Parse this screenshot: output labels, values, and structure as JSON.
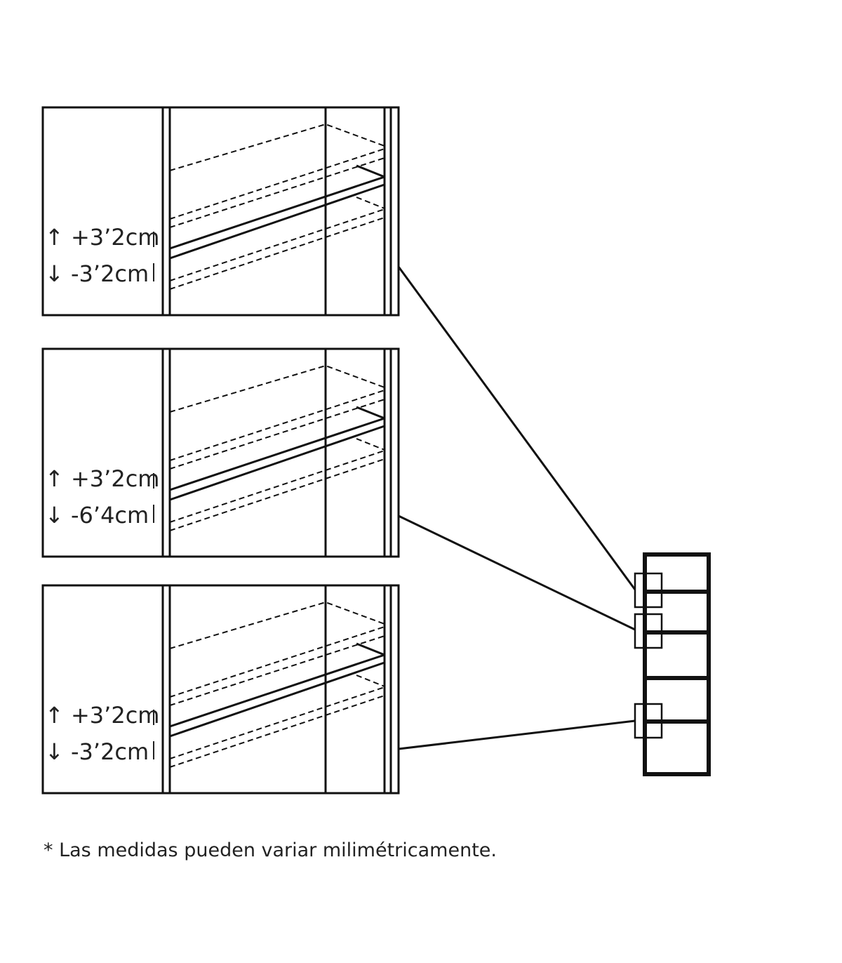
{
  "colors": {
    "ink": "#111111",
    "text": "#222222",
    "background": "#ffffff"
  },
  "panels": [
    {
      "up": "↑ +3’2cm",
      "down": "↓  -3’2cm"
    },
    {
      "up": "↑ +3’2cm",
      "down": "↓  -6’4cm"
    },
    {
      "up": "↑ +3’2cm",
      "down": "↓  -3’2cm"
    }
  ],
  "footnote": "* Las medidas pueden variar milimétricamente."
}
